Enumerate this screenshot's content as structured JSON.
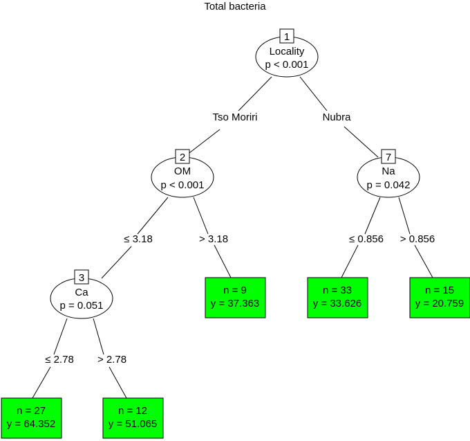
{
  "title": "Total bacteria",
  "colors": {
    "leaf_fill": "#00ff00",
    "stroke": "#000000"
  },
  "inner_nodes": [
    {
      "id": "1",
      "variable": "Locality",
      "p": "p < 0.001"
    },
    {
      "id": "2",
      "variable": "OM",
      "p": "p < 0.001"
    },
    {
      "id": "3",
      "variable": "Ca",
      "p": "p = 0.051"
    },
    {
      "id": "7",
      "variable": "Na",
      "p": "p = 0.042"
    }
  ],
  "edges": [
    {
      "label": "Tso Moriri"
    },
    {
      "label": "Nubra"
    },
    {
      "label": "≤ 3.18"
    },
    {
      "label": "> 3.18"
    },
    {
      "label": "≤ 2.78"
    },
    {
      "label": "> 2.78"
    },
    {
      "label": "≤ 0.856"
    },
    {
      "label": "> 0.856"
    }
  ],
  "leaves": [
    {
      "n": "n = 9",
      "y": "y = 37.363"
    },
    {
      "n": "n = 33",
      "y": "y = 33.626"
    },
    {
      "n": "n = 15",
      "y": "y = 20.759"
    },
    {
      "n": "n = 27",
      "y": "y = 64.352"
    },
    {
      "n": "n = 12",
      "y": "y = 51.065"
    }
  ]
}
